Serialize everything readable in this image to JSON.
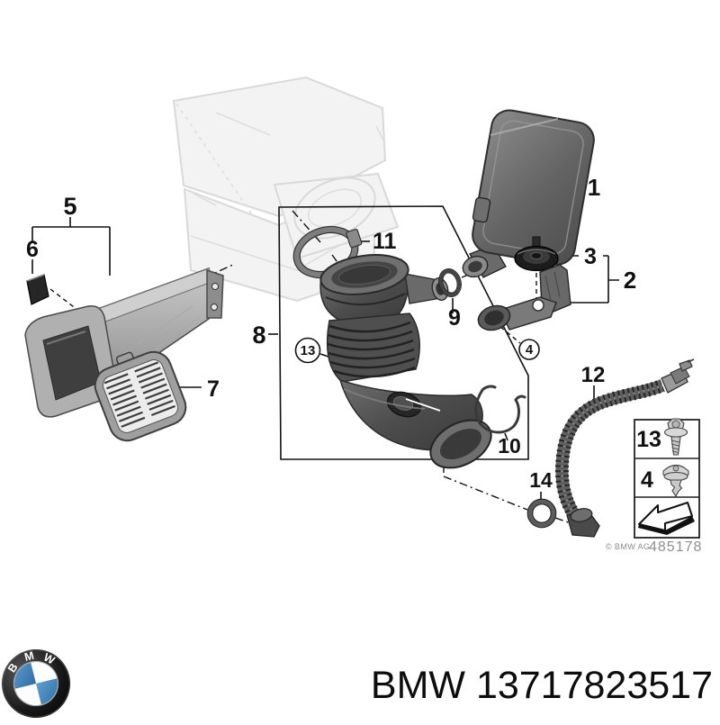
{
  "product": {
    "brand": "BMW",
    "part_number": "13717823517",
    "caption": "BMW 13717823517"
  },
  "diagram": {
    "drawing_number": "485178",
    "copyright": "© BMW AG",
    "callouts": {
      "c1": "1",
      "c2": "2",
      "c3": "3",
      "c4": "4",
      "c5": "5",
      "c6": "6",
      "c7": "7",
      "c8": "8",
      "c9": "9",
      "c10": "10",
      "c11": "11",
      "c12": "12",
      "c13": "13",
      "c14": "14"
    },
    "legend": {
      "rows": [
        {
          "label": "13",
          "icon": "torx-screw-icon"
        },
        {
          "label": "4",
          "icon": "expanding-rivet-icon"
        }
      ],
      "arrow_icon": "installation-direction-arrow-icon"
    }
  },
  "logo": {
    "name": "bmw-roundel",
    "letters": [
      "B",
      "M",
      "W"
    ]
  },
  "colors": {
    "bmw_blue": "#4E8FC5",
    "line": "#111111",
    "ghost_gray": "#DCDCDC",
    "part_dark": "#4C4C4C",
    "part_mid": "#7A7A7A",
    "muted_text": "#8A8A8A"
  }
}
